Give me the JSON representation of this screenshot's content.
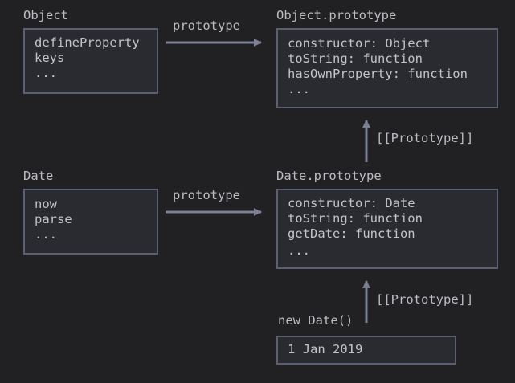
{
  "object": {
    "title": "Object",
    "items": [
      "defineProperty",
      "keys",
      "..."
    ]
  },
  "object_prototype": {
    "title": "Object.prototype",
    "items": [
      "constructor: Object",
      "toString: function",
      "hasOwnProperty: function",
      "..."
    ]
  },
  "date": {
    "title": "Date",
    "items": [
      "now",
      "parse",
      "..."
    ]
  },
  "date_prototype": {
    "title": "Date.prototype",
    "items": [
      "constructor: Date",
      "toString: function",
      "getDate: function",
      "..."
    ]
  },
  "instance": {
    "title": "new Date()",
    "value": "1 Jan 2019"
  },
  "edges": {
    "object_to_proto": "prototype",
    "date_to_proto": "prototype",
    "dateproto_to_objectproto": "[[Prototype]]",
    "instance_to_dateproto": "[[Prototype]]"
  },
  "colors": {
    "background": "#212124",
    "box_fill": "#2a2b31",
    "box_border": "#5c5e72",
    "arrow": "#7e8093",
    "text": "#bcbcc2"
  }
}
